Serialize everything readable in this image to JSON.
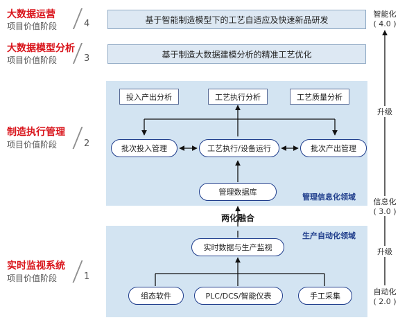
{
  "stages": [
    {
      "title": "大数据运营",
      "subtitle": "项目价值阶段",
      "number": "4"
    },
    {
      "title": "大数据模型分析",
      "subtitle": "项目价值阶段",
      "number": "3"
    },
    {
      "title": "制造执行管理",
      "subtitle": "项目价值阶段",
      "number": "2"
    },
    {
      "title": "实时监视系统",
      "subtitle": "项目价值阶段",
      "number": "1"
    }
  ],
  "banners": {
    "top": "基于智能制造模型下的工艺自适应及快速新品研发",
    "second": "基于制造大数据建模分析的精准工艺优化"
  },
  "management": {
    "panel_label": "管理信息化领域",
    "analysis": [
      "投入产出分析",
      "工艺执行分析",
      "工艺质量分析"
    ],
    "batch_input": "批次投入管理",
    "process_exec": "工艺执行/设备运行",
    "batch_output": "批次产出管理",
    "database": "管理数据库"
  },
  "fusion": "两化融合",
  "automation": {
    "panel_label": "生产自动化领域",
    "monitor": "实时数据与生产监视",
    "sources": [
      "组态软件",
      "PLC/DCS/智能仪表",
      "手工采集"
    ]
  },
  "levels": {
    "top": {
      "name": "智能化",
      "version": "( 4.0 )"
    },
    "mid": {
      "name": "信息化",
      "version": "( 3.0 )"
    },
    "bottom": {
      "name": "自动化",
      "version": "( 2.0 )"
    },
    "upgrade_upper": "升级",
    "upgrade_lower": "升级"
  },
  "colors": {
    "stage_title": "#d9141b",
    "accent_blue": "#1f3d8c",
    "panel_bg": "#d3e4f2"
  }
}
